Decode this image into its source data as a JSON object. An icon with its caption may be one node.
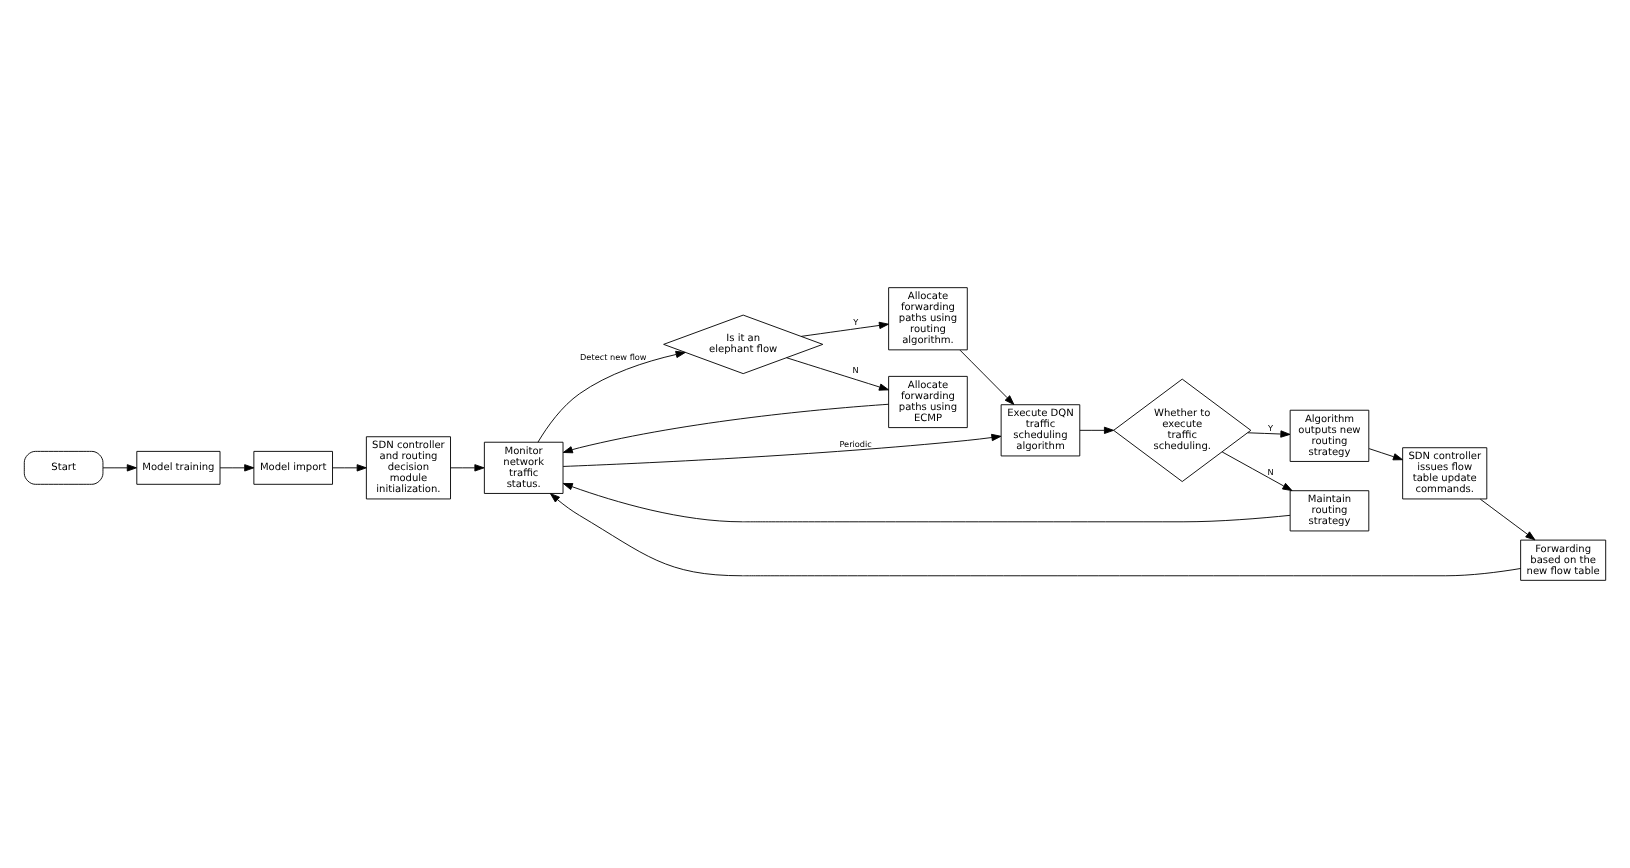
{
  "diagram": {
    "nodes": [
      {
        "text": [
          "Start"
        ]
      },
      {
        "text": [
          "Model training"
        ]
      },
      {
        "text": [
          "Model import"
        ]
      },
      {
        "text": [
          "SDN controller and routing decision module initialization."
        ]
      },
      {
        "text": [
          "Monitor network traffic status."
        ]
      },
      {
        "text": [
          "Allocate forwarding paths using ECMP"
        ]
      },
      {
        "text": [
          "Is it an elephant flow"
        ]
      },
      {
        "text": [
          "Allocate forwarding paths using routing algorithm."
        ]
      },
      {
        "text": [
          "Execute DQN traffic scheduling algorithm"
        ]
      },
      {
        "text": [
          "Maintain routing strategy"
        ]
      },
      {
        "text": [
          "Whether to execute traffic scheduling."
        ]
      },
      {
        "text": [
          "Algorithm outputs new routing strategy"
        ]
      },
      {
        "text": [
          "SDN controller issues flow table update commands."
        ]
      },
      {
        "text": [
          "Forwarding based on the new flow table"
        ]
      }
    ],
    "edges": [
      {
        "from": 0,
        "to": 1,
        "arrow": "to"
      },
      {
        "from": 1,
        "to": 2,
        "arrow": "to"
      },
      {
        "from": 2,
        "to": 3,
        "arrow": "to"
      },
      {
        "from": 3,
        "to": 4,
        "arrow": "to"
      },
      {
        "from": 4,
        "to": 6,
        "arrow": "to",
        "label": "Detect new flow"
      },
      {
        "from": 6,
        "to": 5,
        "arrow": "to",
        "label": "N"
      },
      {
        "from": 6,
        "to": 7,
        "arrow": "to",
        "label": "Y"
      },
      {
        "from": 5,
        "to": 4,
        "arrow": "to"
      },
      {
        "from": 7,
        "to": 8,
        "arrow": "to"
      },
      {
        "from": 4,
        "to": 8,
        "arrow": "to",
        "label": "Periodic"
      },
      {
        "from": 8,
        "to": 10,
        "arrow": "to"
      },
      {
        "from": 10,
        "to": 9,
        "arrow": "to",
        "label": "N"
      },
      {
        "from": 9,
        "to": 4,
        "arrow": "to"
      },
      {
        "from": 10,
        "to": 11,
        "arrow": "to",
        "label": "Y"
      },
      {
        "from": 11,
        "to": 12,
        "arrow": "to"
      },
      {
        "from": 12,
        "to": 13,
        "arrow": "to"
      },
      {
        "from": 13,
        "to": 4,
        "arrow": "to"
      }
    ]
  }
}
